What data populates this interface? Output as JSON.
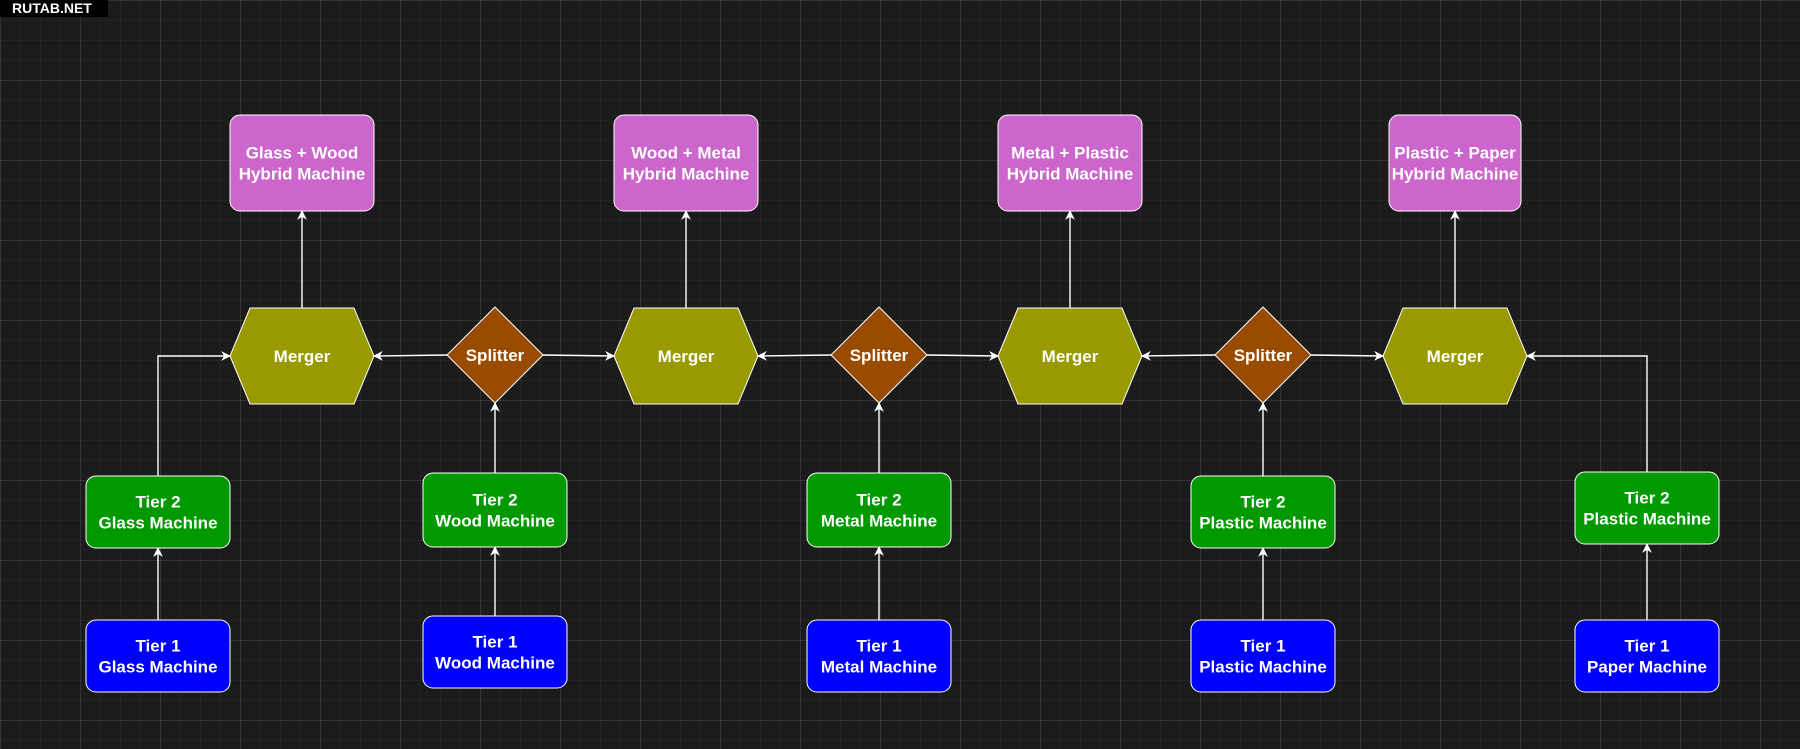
{
  "watermark": "RUTAB.NET",
  "colors": {
    "hybrid": "#cc66cc",
    "merger": "#999900",
    "splitter": "#994c00",
    "tier2": "#009900",
    "tier1": "#0000ff",
    "edge": "#ffffff"
  },
  "nodes": {
    "hybrid_glass_wood": {
      "type": "hybrid",
      "lines": [
        "Glass + Wood",
        "Hybrid Machine"
      ]
    },
    "hybrid_wood_metal": {
      "type": "hybrid",
      "lines": [
        "Wood + Metal",
        "Hybrid Machine"
      ]
    },
    "hybrid_metal_plastic": {
      "type": "hybrid",
      "lines": [
        "Metal + Plastic",
        "Hybrid Machine"
      ]
    },
    "hybrid_plastic_paper": {
      "type": "hybrid",
      "lines": [
        "Plastic + Paper",
        "Hybrid Machine"
      ]
    },
    "merger_1": {
      "type": "merger",
      "lines": [
        "Merger"
      ]
    },
    "merger_2": {
      "type": "merger",
      "lines": [
        "Merger"
      ]
    },
    "merger_3": {
      "type": "merger",
      "lines": [
        "Merger"
      ]
    },
    "merger_4": {
      "type": "merger",
      "lines": [
        "Merger"
      ]
    },
    "splitter_wood": {
      "type": "splitter",
      "lines": [
        "Splitter"
      ]
    },
    "splitter_metal": {
      "type": "splitter",
      "lines": [
        "Splitter"
      ]
    },
    "splitter_plastic": {
      "type": "splitter",
      "lines": [
        "Splitter"
      ]
    },
    "tier2_glass": {
      "type": "tier2",
      "lines": [
        "Tier 2",
        "Glass Machine"
      ]
    },
    "tier2_wood": {
      "type": "tier2",
      "lines": [
        "Tier 2",
        "Wood Machine"
      ]
    },
    "tier2_metal": {
      "type": "tier2",
      "lines": [
        "Tier 2",
        "Metal Machine"
      ]
    },
    "tier2_plastic": {
      "type": "tier2",
      "lines": [
        "Tier 2",
        "Plastic Machine"
      ]
    },
    "tier2_plastic_b": {
      "type": "tier2",
      "lines": [
        "Tier 2",
        "Plastic Machine"
      ]
    },
    "tier1_glass": {
      "type": "tier1",
      "lines": [
        "Tier 1",
        "Glass Machine"
      ]
    },
    "tier1_wood": {
      "type": "tier1",
      "lines": [
        "Tier 1",
        "Wood Machine"
      ]
    },
    "tier1_metal": {
      "type": "tier1",
      "lines": [
        "Tier 1",
        "Metal Machine"
      ]
    },
    "tier1_plastic": {
      "type": "tier1",
      "lines": [
        "Tier 1",
        "Plastic Machine"
      ]
    },
    "tier1_paper": {
      "type": "tier1",
      "lines": [
        "Tier 1",
        "Paper Machine"
      ]
    }
  },
  "edges": [
    {
      "from": "tier1_glass",
      "to": "tier2_glass"
    },
    {
      "from": "tier2_glass",
      "to": "merger_1"
    },
    {
      "from": "tier1_wood",
      "to": "tier2_wood"
    },
    {
      "from": "tier2_wood",
      "to": "splitter_wood"
    },
    {
      "from": "splitter_wood",
      "to": "merger_1"
    },
    {
      "from": "splitter_wood",
      "to": "merger_2"
    },
    {
      "from": "tier1_metal",
      "to": "tier2_metal"
    },
    {
      "from": "tier2_metal",
      "to": "splitter_metal"
    },
    {
      "from": "splitter_metal",
      "to": "merger_2"
    },
    {
      "from": "splitter_metal",
      "to": "merger_3"
    },
    {
      "from": "tier1_plastic",
      "to": "tier2_plastic"
    },
    {
      "from": "tier2_plastic",
      "to": "splitter_plastic"
    },
    {
      "from": "splitter_plastic",
      "to": "merger_3"
    },
    {
      "from": "splitter_plastic",
      "to": "merger_4"
    },
    {
      "from": "tier1_paper",
      "to": "tier2_plastic_b"
    },
    {
      "from": "tier2_plastic_b",
      "to": "merger_4"
    },
    {
      "from": "merger_1",
      "to": "hybrid_glass_wood"
    },
    {
      "from": "merger_2",
      "to": "hybrid_wood_metal"
    },
    {
      "from": "merger_3",
      "to": "hybrid_metal_plastic"
    },
    {
      "from": "merger_4",
      "to": "hybrid_plastic_paper"
    }
  ]
}
